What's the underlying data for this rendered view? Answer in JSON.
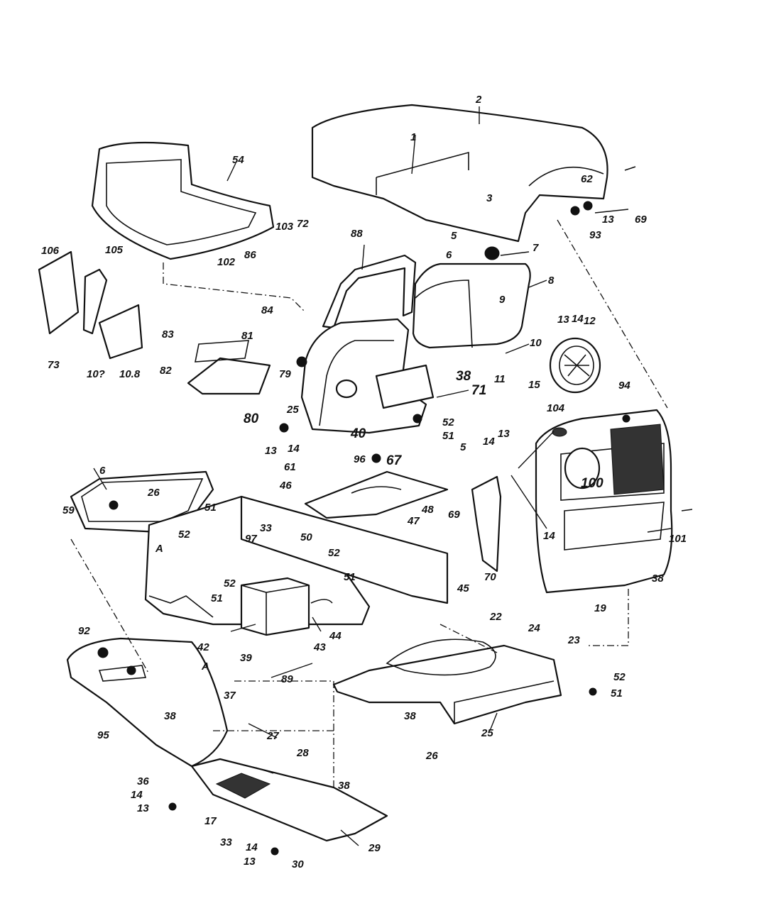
{
  "diagram": {
    "callouts": [
      {
        "id": "c1",
        "text": "1"
      },
      {
        "id": "c2",
        "text": "2"
      },
      {
        "id": "c3",
        "text": "3"
      },
      {
        "id": "c5a",
        "text": "5"
      },
      {
        "id": "c6a",
        "text": "6"
      },
      {
        "id": "c7",
        "text": "7"
      },
      {
        "id": "c8",
        "text": "8"
      },
      {
        "id": "c9",
        "text": "9"
      },
      {
        "id": "c10",
        "text": "10"
      },
      {
        "id": "c11",
        "text": "11"
      },
      {
        "id": "c12",
        "text": "12"
      },
      {
        "id": "c13a",
        "text": "13"
      },
      {
        "id": "c14a",
        "text": "14"
      },
      {
        "id": "c15",
        "text": "15"
      },
      {
        "id": "c62",
        "text": "62"
      },
      {
        "id": "c13b",
        "text": "13"
      },
      {
        "id": "c69a",
        "text": "69"
      },
      {
        "id": "c93",
        "text": "93"
      },
      {
        "id": "c54",
        "text": "54"
      },
      {
        "id": "c88",
        "text": "88"
      },
      {
        "id": "c103",
        "text": "103"
      },
      {
        "id": "c72",
        "text": "72"
      },
      {
        "id": "c106",
        "text": "106"
      },
      {
        "id": "c105",
        "text": "105"
      },
      {
        "id": "c102",
        "text": "102"
      },
      {
        "id": "c86",
        "text": "86"
      },
      {
        "id": "c84",
        "text": "84"
      },
      {
        "id": "c83",
        "text": "83"
      },
      {
        "id": "c81",
        "text": "81"
      },
      {
        "id": "c82",
        "text": "82"
      },
      {
        "id": "c79",
        "text": "79"
      },
      {
        "id": "c80",
        "text": "80"
      },
      {
        "id": "c73",
        "text": "73"
      },
      {
        "id": "c107",
        "text": "10?"
      },
      {
        "id": "c108",
        "text": "10.8"
      },
      {
        "id": "c38a",
        "text": "38"
      },
      {
        "id": "c71",
        "text": "71"
      },
      {
        "id": "c52a",
        "text": "52"
      },
      {
        "id": "c51a",
        "text": "51"
      },
      {
        "id": "c25",
        "text": "25"
      },
      {
        "id": "c13c",
        "text": "13"
      },
      {
        "id": "c14b",
        "text": "14"
      },
      {
        "id": "c40",
        "text": "40"
      },
      {
        "id": "c67",
        "text": "67"
      },
      {
        "id": "c96",
        "text": "96"
      },
      {
        "id": "c94",
        "text": "94"
      },
      {
        "id": "c104",
        "text": "104"
      },
      {
        "id": "c100",
        "text": "100"
      },
      {
        "id": "c5b",
        "text": "5"
      },
      {
        "id": "c14c",
        "text": "14"
      },
      {
        "id": "c13d",
        "text": "13"
      },
      {
        "id": "c61",
        "text": "61"
      },
      {
        "id": "c46",
        "text": "46"
      },
      {
        "id": "c48",
        "text": "48"
      },
      {
        "id": "c47",
        "text": "47"
      },
      {
        "id": "c69b",
        "text": "69"
      },
      {
        "id": "c14d",
        "text": "14"
      },
      {
        "id": "c101",
        "text": "101"
      },
      {
        "id": "c38b",
        "text": "38"
      },
      {
        "id": "c70",
        "text": "70"
      },
      {
        "id": "c19",
        "text": "19"
      },
      {
        "id": "c6b",
        "text": "6"
      },
      {
        "id": "c26a",
        "text": "26"
      },
      {
        "id": "c51b",
        "text": "51"
      },
      {
        "id": "c59",
        "text": "59"
      },
      {
        "id": "c33a",
        "text": "33"
      },
      {
        "id": "c52b",
        "text": "52"
      },
      {
        "id": "c97",
        "text": "97"
      },
      {
        "id": "cA1",
        "text": "A"
      },
      {
        "id": "c52c",
        "text": "52"
      },
      {
        "id": "c51c",
        "text": "51"
      },
      {
        "id": "c50",
        "text": "50"
      },
      {
        "id": "c52d",
        "text": "52"
      },
      {
        "id": "c51d",
        "text": "51"
      },
      {
        "id": "c45",
        "text": "45"
      },
      {
        "id": "c43",
        "text": "43"
      },
      {
        "id": "c44",
        "text": "44"
      },
      {
        "id": "c42",
        "text": "42"
      },
      {
        "id": "c39",
        "text": "39"
      },
      {
        "id": "c89",
        "text": "89"
      },
      {
        "id": "c22",
        "text": "22"
      },
      {
        "id": "c24",
        "text": "24"
      },
      {
        "id": "c23",
        "text": "23"
      },
      {
        "id": "c52e",
        "text": "52"
      },
      {
        "id": "c51e",
        "text": "51"
      },
      {
        "id": "c92",
        "text": "92"
      },
      {
        "id": "cA2",
        "text": "A"
      },
      {
        "id": "c37",
        "text": "37"
      },
      {
        "id": "c38c",
        "text": "38"
      },
      {
        "id": "c95",
        "text": "95"
      },
      {
        "id": "c27",
        "text": "27"
      },
      {
        "id": "c38d",
        "text": "38"
      },
      {
        "id": "c25b",
        "text": "25"
      },
      {
        "id": "c26b",
        "text": "26"
      },
      {
        "id": "c28",
        "text": "28"
      },
      {
        "id": "c36",
        "text": "36"
      },
      {
        "id": "c14e",
        "text": "14"
      },
      {
        "id": "c13e",
        "text": "13"
      },
      {
        "id": "c17",
        "text": "17"
      },
      {
        "id": "c38e",
        "text": "38"
      },
      {
        "id": "c33b",
        "text": "33"
      },
      {
        "id": "c14f",
        "text": "14"
      },
      {
        "id": "c13f",
        "text": "13"
      },
      {
        "id": "c29",
        "text": "29"
      },
      {
        "id": "c30",
        "text": "30"
      }
    ]
  }
}
